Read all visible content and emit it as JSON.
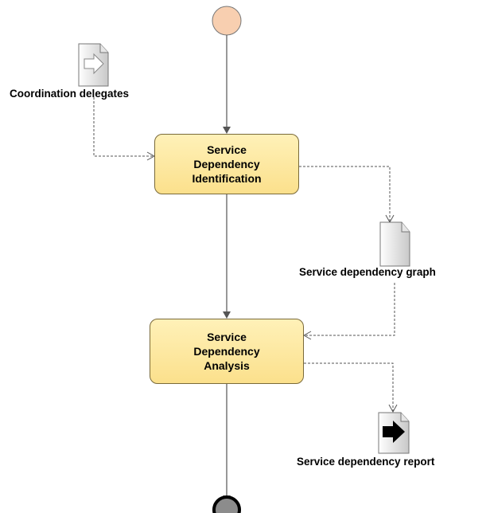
{
  "diagram": {
    "actions": [
      {
        "id": "identification",
        "label": "Service\nDependency\nIdentification"
      },
      {
        "id": "analysis",
        "label": "Service\nDependency\nAnalysis"
      }
    ],
    "objects": [
      {
        "id": "coordination-delegates",
        "label": "Coordination delegates",
        "icon": "document-input-arrow-icon"
      },
      {
        "id": "dependency-graph",
        "label": "Service dependency graph",
        "icon": "document-icon"
      },
      {
        "id": "dependency-report",
        "label": "Service dependency report",
        "icon": "document-output-arrow-icon"
      }
    ],
    "colors": {
      "action_fill": "#fbe08c",
      "action_border": "#7a6a3a",
      "initial_node": "#f8cfb0",
      "final_node": "#8c8c8c",
      "flow_line": "#555555"
    }
  }
}
